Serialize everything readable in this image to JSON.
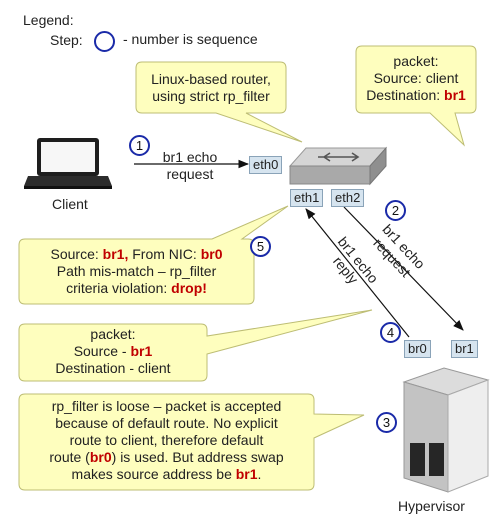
{
  "legend": {
    "title": "Legend:",
    "step_label": "Step:",
    "description": "- number is sequence"
  },
  "callouts": {
    "router": [
      "Linux-based router,",
      "using strict rp_filter"
    ],
    "packet_top": {
      "line1": "packet:",
      "line2": "Source: client",
      "line3_prefix": "Destination: ",
      "line3_value": "br1"
    },
    "violation": {
      "l1_a": "Source: ",
      "l1_b": "br1,",
      "l1_c": " From NIC: ",
      "l1_d": "br0",
      "l2": "Path mis-match – rp_filter",
      "l3_a": "criteria violation: ",
      "l3_b": "drop!"
    },
    "packet_mid": {
      "line1": "packet:",
      "line2_prefix": "Source - ",
      "line2_value": "br1",
      "line3": "Destination - client"
    },
    "loose": {
      "l1": "rp_filter is loose – packet is accepted",
      "l2": "because of default route. No explicit",
      "l3": "route to client, therefore default",
      "l4_a": "route (",
      "l4_b": "br0",
      "l4_c": ") is used.  But address swap",
      "l5_a": "makes source address be ",
      "l5_b": "br1",
      "l5_c": "."
    }
  },
  "interfaces": {
    "eth0": "eth0",
    "eth1": "eth1",
    "eth2": "eth2",
    "br0": "br0",
    "br1": "br1"
  },
  "arrows": {
    "echo_request_h": [
      "br1 echo",
      "request"
    ],
    "echo_request_d": [
      "br1 echo",
      "request"
    ],
    "echo_reply_d": [
      "br1 echo",
      "reply"
    ]
  },
  "steps": [
    "1",
    "2",
    "3",
    "4",
    "5"
  ],
  "labels": {
    "client": "Client",
    "hypervisor": "Hypervisor"
  }
}
